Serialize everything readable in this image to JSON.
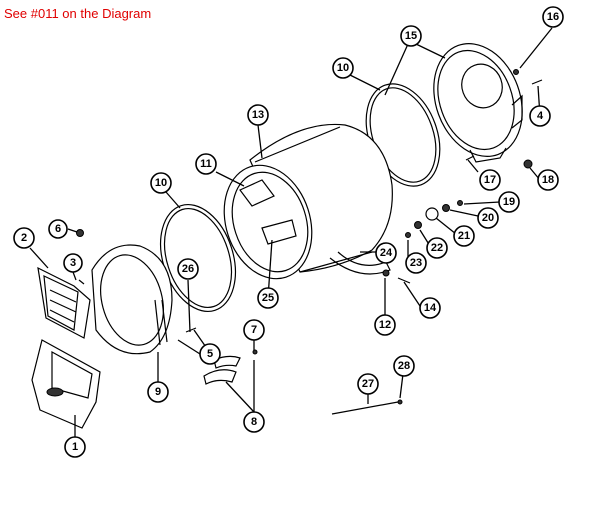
{
  "header": {
    "note": "See #011 on the Diagram"
  },
  "callouts": [
    {
      "id": "c1",
      "label": "1"
    },
    {
      "id": "c2",
      "label": "2"
    },
    {
      "id": "c3",
      "label": "3"
    },
    {
      "id": "c5",
      "label": "5"
    },
    {
      "id": "c6",
      "label": "6"
    },
    {
      "id": "c7",
      "label": "7"
    },
    {
      "id": "c8",
      "label": "8"
    },
    {
      "id": "c9",
      "label": "9"
    },
    {
      "id": "c10a",
      "label": "10"
    },
    {
      "id": "c10b",
      "label": "10"
    },
    {
      "id": "c11",
      "label": "11"
    },
    {
      "id": "c12",
      "label": "12"
    },
    {
      "id": "c13",
      "label": "13"
    },
    {
      "id": "c14",
      "label": "14"
    },
    {
      "id": "c15",
      "label": "15"
    },
    {
      "id": "c16",
      "label": "16"
    },
    {
      "id": "c17",
      "label": "17"
    },
    {
      "id": "c18",
      "label": "18"
    },
    {
      "id": "c19",
      "label": "19"
    },
    {
      "id": "c20",
      "label": "20"
    },
    {
      "id": "c21",
      "label": "21"
    },
    {
      "id": "c22",
      "label": "22"
    },
    {
      "id": "c23",
      "label": "23"
    },
    {
      "id": "c24",
      "label": "24"
    },
    {
      "id": "c25",
      "label": "25"
    },
    {
      "id": "c26",
      "label": "26"
    },
    {
      "id": "c27",
      "label": "27"
    },
    {
      "id": "c28",
      "label": "28"
    }
  ]
}
